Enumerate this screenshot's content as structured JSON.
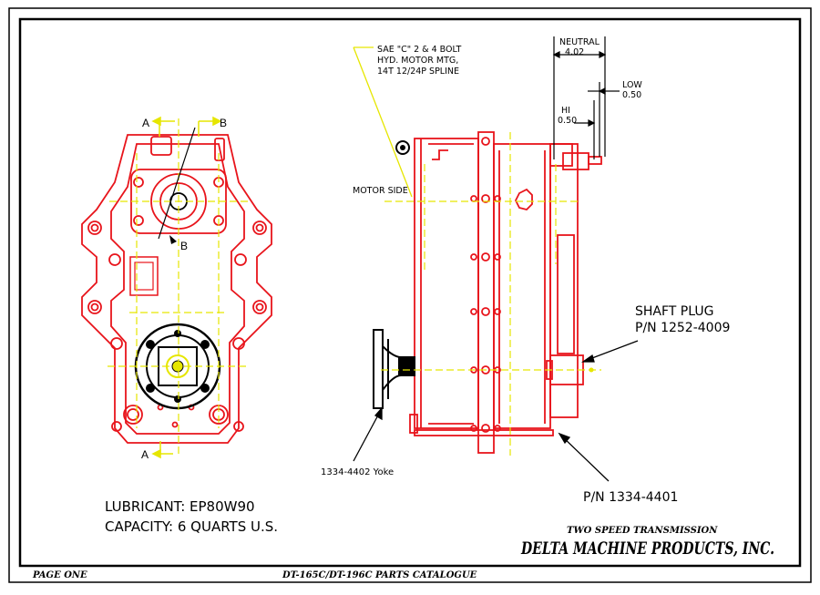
{
  "drawing": {
    "labels": {
      "section_a_top": "A",
      "section_b_top": "B",
      "section_b_mid": "B",
      "section_a_bottom": "A",
      "motor_mount_1": "SAE \"C\" 2 & 4 BOLT",
      "motor_mount_2": "HYD. MOTOR MTG,",
      "motor_mount_3": "14T 12/24P SPLINE",
      "motor_side": "MOTOR SIDE",
      "neutral": "NEUTRAL",
      "neutral_value": "4.02",
      "low": "LOW",
      "low_value": "0.50",
      "hi": "HI",
      "hi_value": "0.50",
      "shaft_plug": "SHAFT PLUG",
      "shaft_plug_pn": "P/N 1252-4009",
      "yoke": "1334-4402 Yoke",
      "housing_pn": "P/N 1334-4401"
    },
    "notes": {
      "lubricant": "LUBRICANT:  EP80W90",
      "capacity": "CAPACITY:  6 QUARTS U.S."
    },
    "title_block": {
      "subtitle": "TWO SPEED TRANSMISSION",
      "company": "DELTA MACHINE PRODUCTS, INC."
    },
    "footer": {
      "page": "PAGE ONE",
      "catalogue": "DT-165C/DT-196C PARTS CATALOGUE"
    },
    "colors": {
      "outline": "#e8141b",
      "centerline": "#e6e600",
      "dark": "#000000"
    }
  }
}
